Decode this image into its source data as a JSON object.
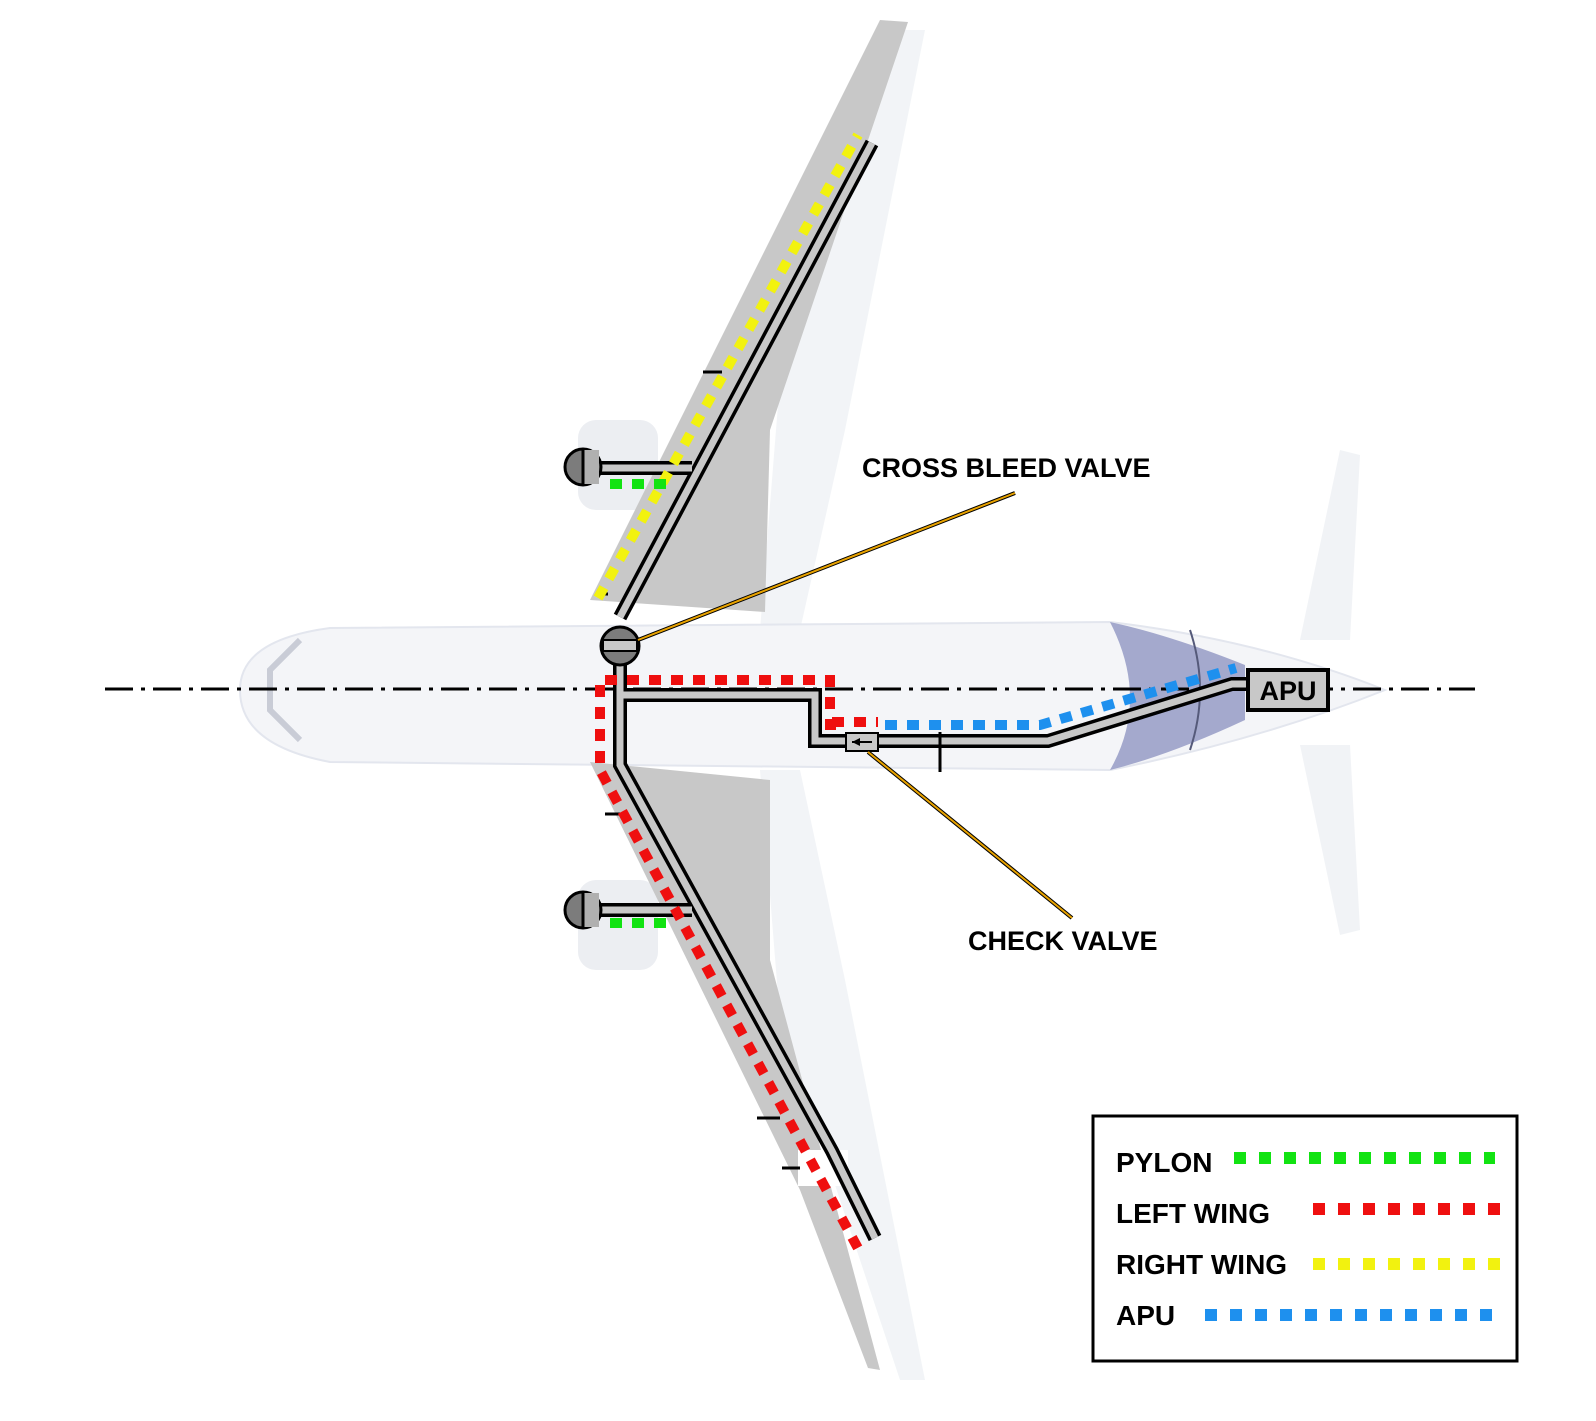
{
  "labels": {
    "cross_bleed_valve": "CROSS BLEED VALVE",
    "check_valve": "CHECK VALVE",
    "apu_box": "APU"
  },
  "legend": {
    "items": [
      {
        "label": "PYLON",
        "color": "#12e312"
      },
      {
        "label": "LEFT WING",
        "color": "#ef0f0f"
      },
      {
        "label": "RIGHT WING",
        "color": "#f2f20f"
      },
      {
        "label": "APU",
        "color": "#1e90ee"
      }
    ]
  },
  "colors": {
    "wing": "#c8c8c8",
    "fuselage": "#f4f5f8",
    "tail_cone": "#8a8fbf",
    "duct_outline": "#000000",
    "duct_fill": "#c8c8c8",
    "callout_line": "#e8a200"
  }
}
